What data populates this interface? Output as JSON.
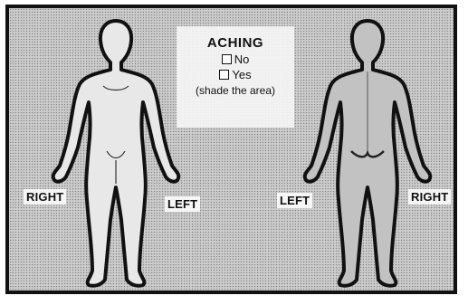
{
  "section": {
    "title": "ACHING",
    "options": [
      {
        "label": "No"
      },
      {
        "label": "Yes"
      }
    ],
    "instruction": "(shade the area)"
  },
  "front_figure": {
    "right_label": "RIGHT",
    "left_label": "LEFT"
  },
  "back_figure": {
    "left_label": "LEFT",
    "right_label": "RIGHT"
  },
  "colors": {
    "border": "#111111",
    "figure_outline": "#111111",
    "front_fill": "#e8e8e8",
    "back_fill": "#c2c2c2"
  }
}
